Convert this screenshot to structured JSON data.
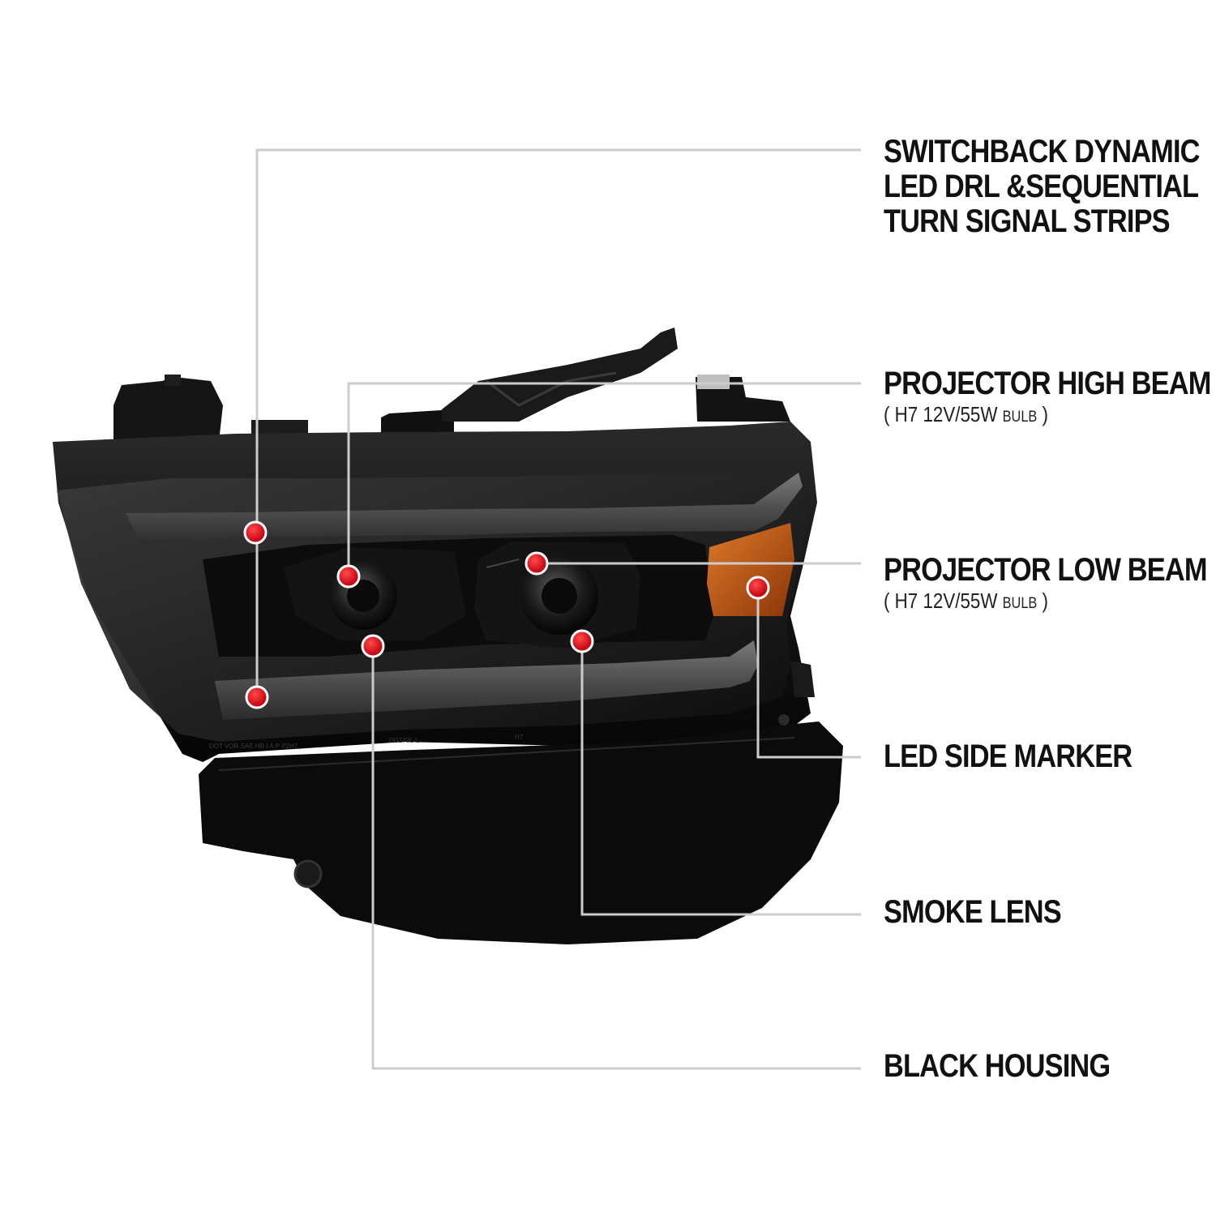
{
  "colors": {
    "background": "#ffffff",
    "callout_line": "#cccccc",
    "callout_dot": "#e30613",
    "housing": "#111111",
    "amber_marker": "#c85a17",
    "text": "#111111"
  },
  "callouts": [
    {
      "id": "drl",
      "lines": [
        "SWITCHBACK DYNAMIC",
        "LED DRL &SEQUENTIAL",
        "TURN SIGNAL STRIPS"
      ]
    },
    {
      "id": "high_beam",
      "lines": [
        "PROJECTOR HIGH BEAM"
      ],
      "sub_open": "( H7 12V/55W ",
      "sub_unit": "BULB",
      "sub_close": " )"
    },
    {
      "id": "low_beam",
      "lines": [
        "PROJECTOR LOW BEAM"
      ],
      "sub_open": "( H7 12V/55W ",
      "sub_unit": "BULB",
      "sub_close": " )"
    },
    {
      "id": "side_marker",
      "lines": [
        "LED SIDE MARKER"
      ]
    },
    {
      "id": "smoke_lens",
      "lines": [
        "SMOKE LENS"
      ]
    },
    {
      "id": "black_housing",
      "lines": [
        "BLACK HOUSING"
      ]
    }
  ],
  "lens_markings": [
    "DOT VOR SAE HR I A P P2H7",
    "DG172L-L",
    "H7"
  ]
}
